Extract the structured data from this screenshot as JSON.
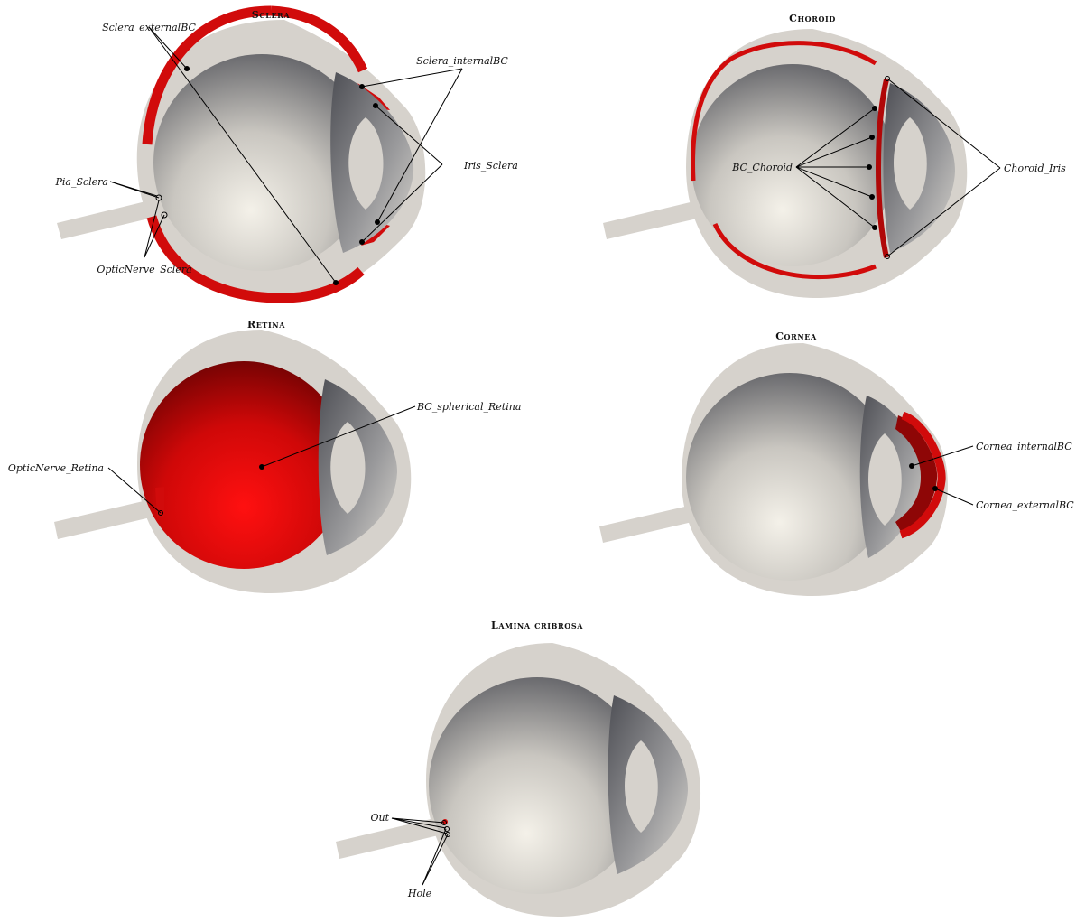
{
  "panels": {
    "sclera": {
      "title": "Sclera",
      "labels": {
        "external": "Sclera_externalBC",
        "internal": "Sclera_internalBC",
        "iris": "Iris_Sclera",
        "pia": "Pia_Sclera",
        "optic": "OpticNerve_Sclera"
      }
    },
    "choroid": {
      "title": "Choroid",
      "labels": {
        "bc": "BC_Choroid",
        "iris": "Choroid_Iris"
      }
    },
    "retina": {
      "title": "Retina",
      "labels": {
        "spherical": "BC_spherical_Retina",
        "optic": "OpticNerve_Retina"
      }
    },
    "cornea": {
      "title": "Cornea",
      "labels": {
        "internal": "Cornea_internalBC",
        "external": "Cornea_externalBC"
      }
    },
    "lamina": {
      "title": "Lamina cribrosa",
      "labels": {
        "out": "Out",
        "hole": "Hole"
      }
    }
  },
  "colors": {
    "highlight": "#d10b0b",
    "highlight_dark": "#8e0606",
    "tissue": "#d6d2cc",
    "background": "#ffffff"
  }
}
